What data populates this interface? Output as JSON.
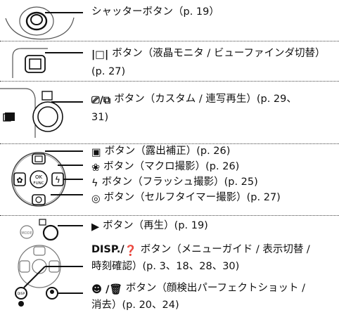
{
  "shutter": {
    "text": "シャッターボタン（p. 19）"
  },
  "display": {
    "icon_name": "display-icon",
    "line1": "ボタン（液晶モニタ / ビューファインダ切替）",
    "line2": "(p. 27)"
  },
  "custom": {
    "icon_name": "custom-continuous-icon",
    "line1": "ボタン（カスタム / 連写再生）(p. 29、",
    "line2": "31)"
  },
  "dial": {
    "items": [
      {
        "icon": "exposure-compensation-icon",
        "text": "ボタン（露出補正）(p. 26)"
      },
      {
        "icon": "macro-icon",
        "text": "ボタン（マクロ撮影）(p. 26)"
      },
      {
        "icon": "flash-icon",
        "text": "ボタン（フラッシュ撮影）(p. 25)"
      },
      {
        "icon": "self-timer-icon",
        "text": "ボタン（セルフタイマー撮影）(p. 27)"
      }
    ],
    "ok_label": "OK",
    "func_label": "FUNC"
  },
  "playback": {
    "text": "ボタン（再生）(p. 19)"
  },
  "disp": {
    "bold_label": "DISP./",
    "line1": "ボタン（メニューガイド / 表示切替 /",
    "line2": "時刻確認）(p. 3、18、28、30)"
  },
  "face": {
    "line1": "ボタン（顔検出パーフェクトショット /",
    "line2": "消去）(p. 20、24)"
  }
}
